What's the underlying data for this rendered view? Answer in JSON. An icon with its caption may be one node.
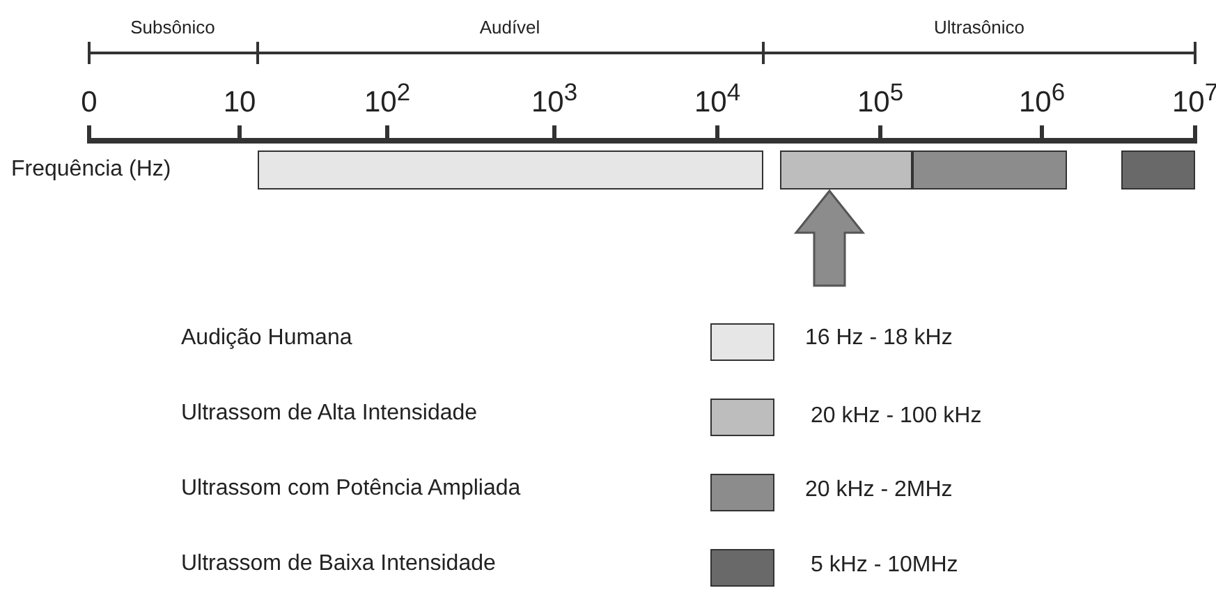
{
  "diagram": {
    "nodes": [
      {
        "text": [],
        "shape": "bar"
      },
      {
        "text": [],
        "shape": "bar"
      },
      {
        "text": [],
        "shape": "bar"
      },
      {
        "text": [],
        "shape": "bar"
      }
    ],
    "edges": [
      {
        "from": null,
        "to": 1,
        "arrow": "to"
      }
    ],
    "labels": [
      "Subsônico",
      "Audível",
      "Ultrasônico",
      "0",
      "10",
      "10$^{2}$",
      "10$^{3}$",
      "10$^{4}$",
      "10$^{5}$",
      "10$^{6}$",
      "10$^{7}$",
      "Frequência (Hz)",
      "16 Hz - 18 kHz",
      "20 kHz - 100 kHz",
      "20 kHz - 2MHz",
      "5 kHz - 10MHz"
    ],
    "legend": [
      {
        "text": "Audição Humana",
        "color": "#e6e6e6"
      },
      {
        "text": "Ultrassom de Alta Intensidade",
        "color": "#bdbdbd"
      },
      {
        "text": "Ultrassom com Potência Ampliada",
        "color": "#8c8c8c"
      },
      {
        "text": "Ultrassom de Baixa Intensidade",
        "color": "#696969"
      }
    ]
  }
}
